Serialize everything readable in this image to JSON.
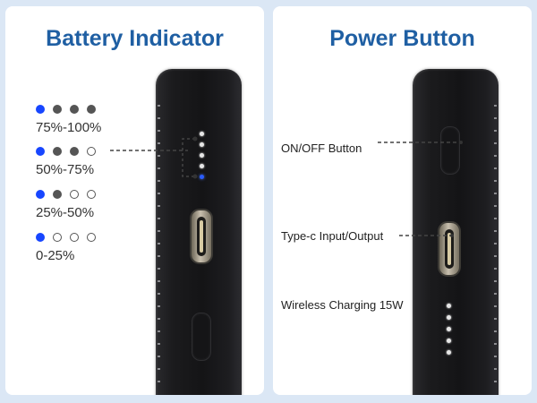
{
  "left_panel": {
    "title": "Battery Indicator",
    "levels": [
      {
        "label": "75%-100%",
        "dots": [
          "blue",
          "gray",
          "gray",
          "gray"
        ]
      },
      {
        "label": "50%-75%",
        "dots": [
          "blue",
          "gray",
          "gray",
          "empty"
        ]
      },
      {
        "label": "25%-50%",
        "dots": [
          "blue",
          "gray",
          "empty",
          "empty"
        ]
      },
      {
        "label": "0-25%",
        "dots": [
          "blue",
          "empty",
          "empty",
          "empty"
        ]
      }
    ]
  },
  "right_panel": {
    "title": "Power Button",
    "callouts": {
      "power": "ON/OFF Button",
      "typec": "Type-c Input/Output",
      "wireless": "Wireless Charging 15W"
    }
  },
  "colors": {
    "title": "#1f5fa3",
    "indicator_blue": "#1746ff",
    "indicator_gray": "#555555",
    "background": "#dbe7f5"
  }
}
